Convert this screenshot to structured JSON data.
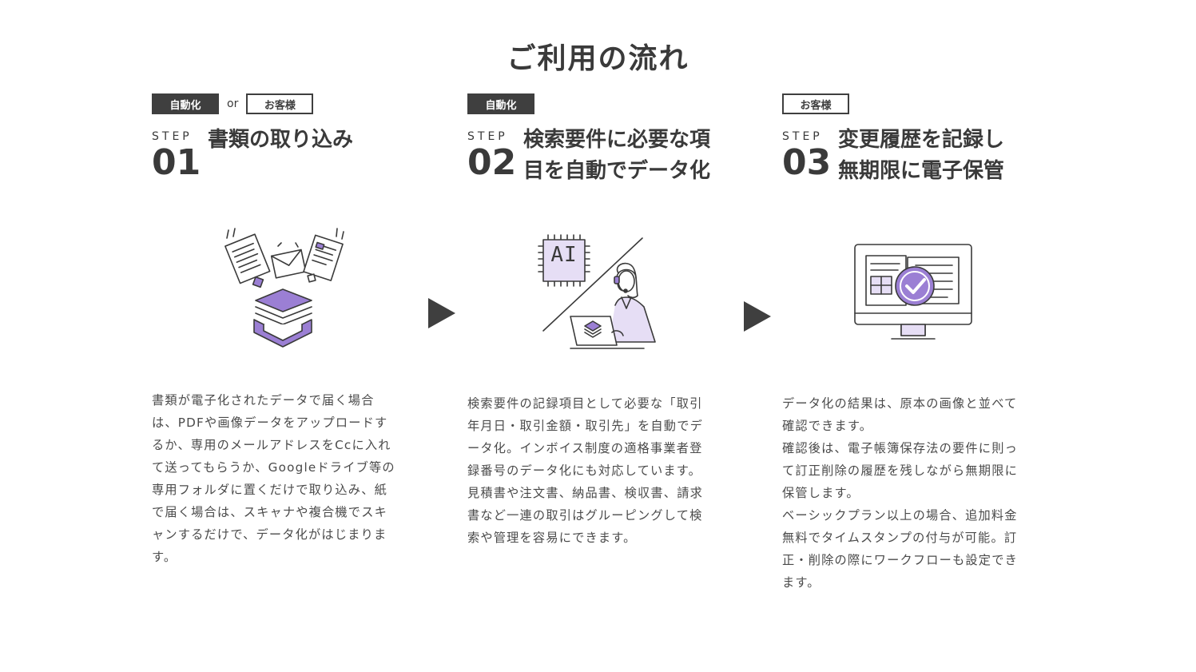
{
  "title": "ご利用の流れ",
  "steps": [
    {
      "tag_primary": "自動化",
      "tag_connector": "or",
      "tag_secondary": "お客様",
      "step_word": "STEP",
      "step_number": "01",
      "title": "書類の取り込み",
      "description": "書類が電子化されたデータで届く場合\nは、PDFや画像データをアップロードす\nるか、専用のメールアドレスをCcに入れ\nて送ってもらうか、Googleドライブ等の\n専用フォルダに置くだけで取り込み、紙\nで届く場合は、スキャナや複合機でスキ\nャンするだけで、データ化がはじまりま\nす。",
      "icon": "document-intake-icon"
    },
    {
      "tag_primary": "自動化",
      "step_word": "STEP",
      "step_number": "02",
      "title": "検索要件に必要な項\n目を自動でデータ化",
      "description": "検索要件の記録項目として必要な「取引\n年月日・取引金額・取引先」を自動でデ\nータ化。インボイス制度の適格事業者登\n録番号のデータ化にも対応しています。\n見積書や注文書、納品書、検収書、請求\n書など一連の取引はグルーピングして検\n索や管理を容易にできます。",
      "icon": "ai-operator-icon",
      "chip_label": "AI"
    },
    {
      "tag_secondary": "お客様",
      "step_word": "STEP",
      "step_number": "03",
      "title": "変更履歴を記録し\n無期限に電子保管",
      "description": "データ化の結果は、原本の画像と並べて\n確認できます。\n確認後は、電子帳簿保存法の要件に則っ\nて訂正削除の履歴を残しながら無期限に\n保管します。\nベーシックプラン以上の場合、追加料金\n無料でタイムスタンプの付与が可能。訂\n正・削除の際にワークフローも設定でき\nます。",
      "icon": "monitor-check-icon"
    }
  ],
  "colors": {
    "accent": "#9b7fd4",
    "accent_light": "#e6def5",
    "dark": "#3f3f3f",
    "text": "#4a4a4a"
  }
}
